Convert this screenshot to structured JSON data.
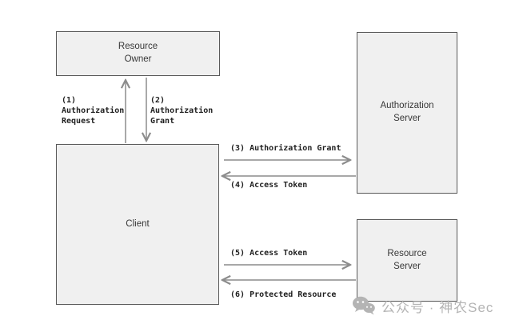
{
  "colors": {
    "background": "#ffffff",
    "box_fill": "#f0f0f0",
    "box_border": "#595959",
    "arrow": "#8c8c8c",
    "step_label_text": "#1f1f1f",
    "box_text": "#383838",
    "watermark_gray": "#b4b4b4"
  },
  "boxes": {
    "resource_owner": {
      "label": "Resource\nOwner"
    },
    "client": {
      "label": "Client"
    },
    "authorization_server": {
      "label": "Authorization\nServer"
    },
    "resource_server": {
      "label": "Resource\nServer"
    }
  },
  "steps": {
    "step1": {
      "label": "(1)\nAuthorization\nRequest",
      "direction": "up",
      "from": "Client",
      "to": "Resource Owner"
    },
    "step2": {
      "label": "(2)\nAuthorization\nGrant",
      "direction": "down",
      "from": "Resource Owner",
      "to": "Client"
    },
    "step3": {
      "label": "(3) Authorization Grant",
      "direction": "right",
      "from": "Client",
      "to": "Authorization Server"
    },
    "step4": {
      "label": "(4) Access Token",
      "direction": "left",
      "from": "Authorization Server",
      "to": "Client"
    },
    "step5": {
      "label": "(5) Access Token",
      "direction": "right",
      "from": "Client",
      "to": "Resource Server"
    },
    "step6": {
      "label": "(6) Protected Resource",
      "direction": "left",
      "from": "Resource Server",
      "to": "Client"
    }
  },
  "watermark": {
    "icon": "wechat-icon",
    "text": "公众号 · 神农Sec"
  }
}
